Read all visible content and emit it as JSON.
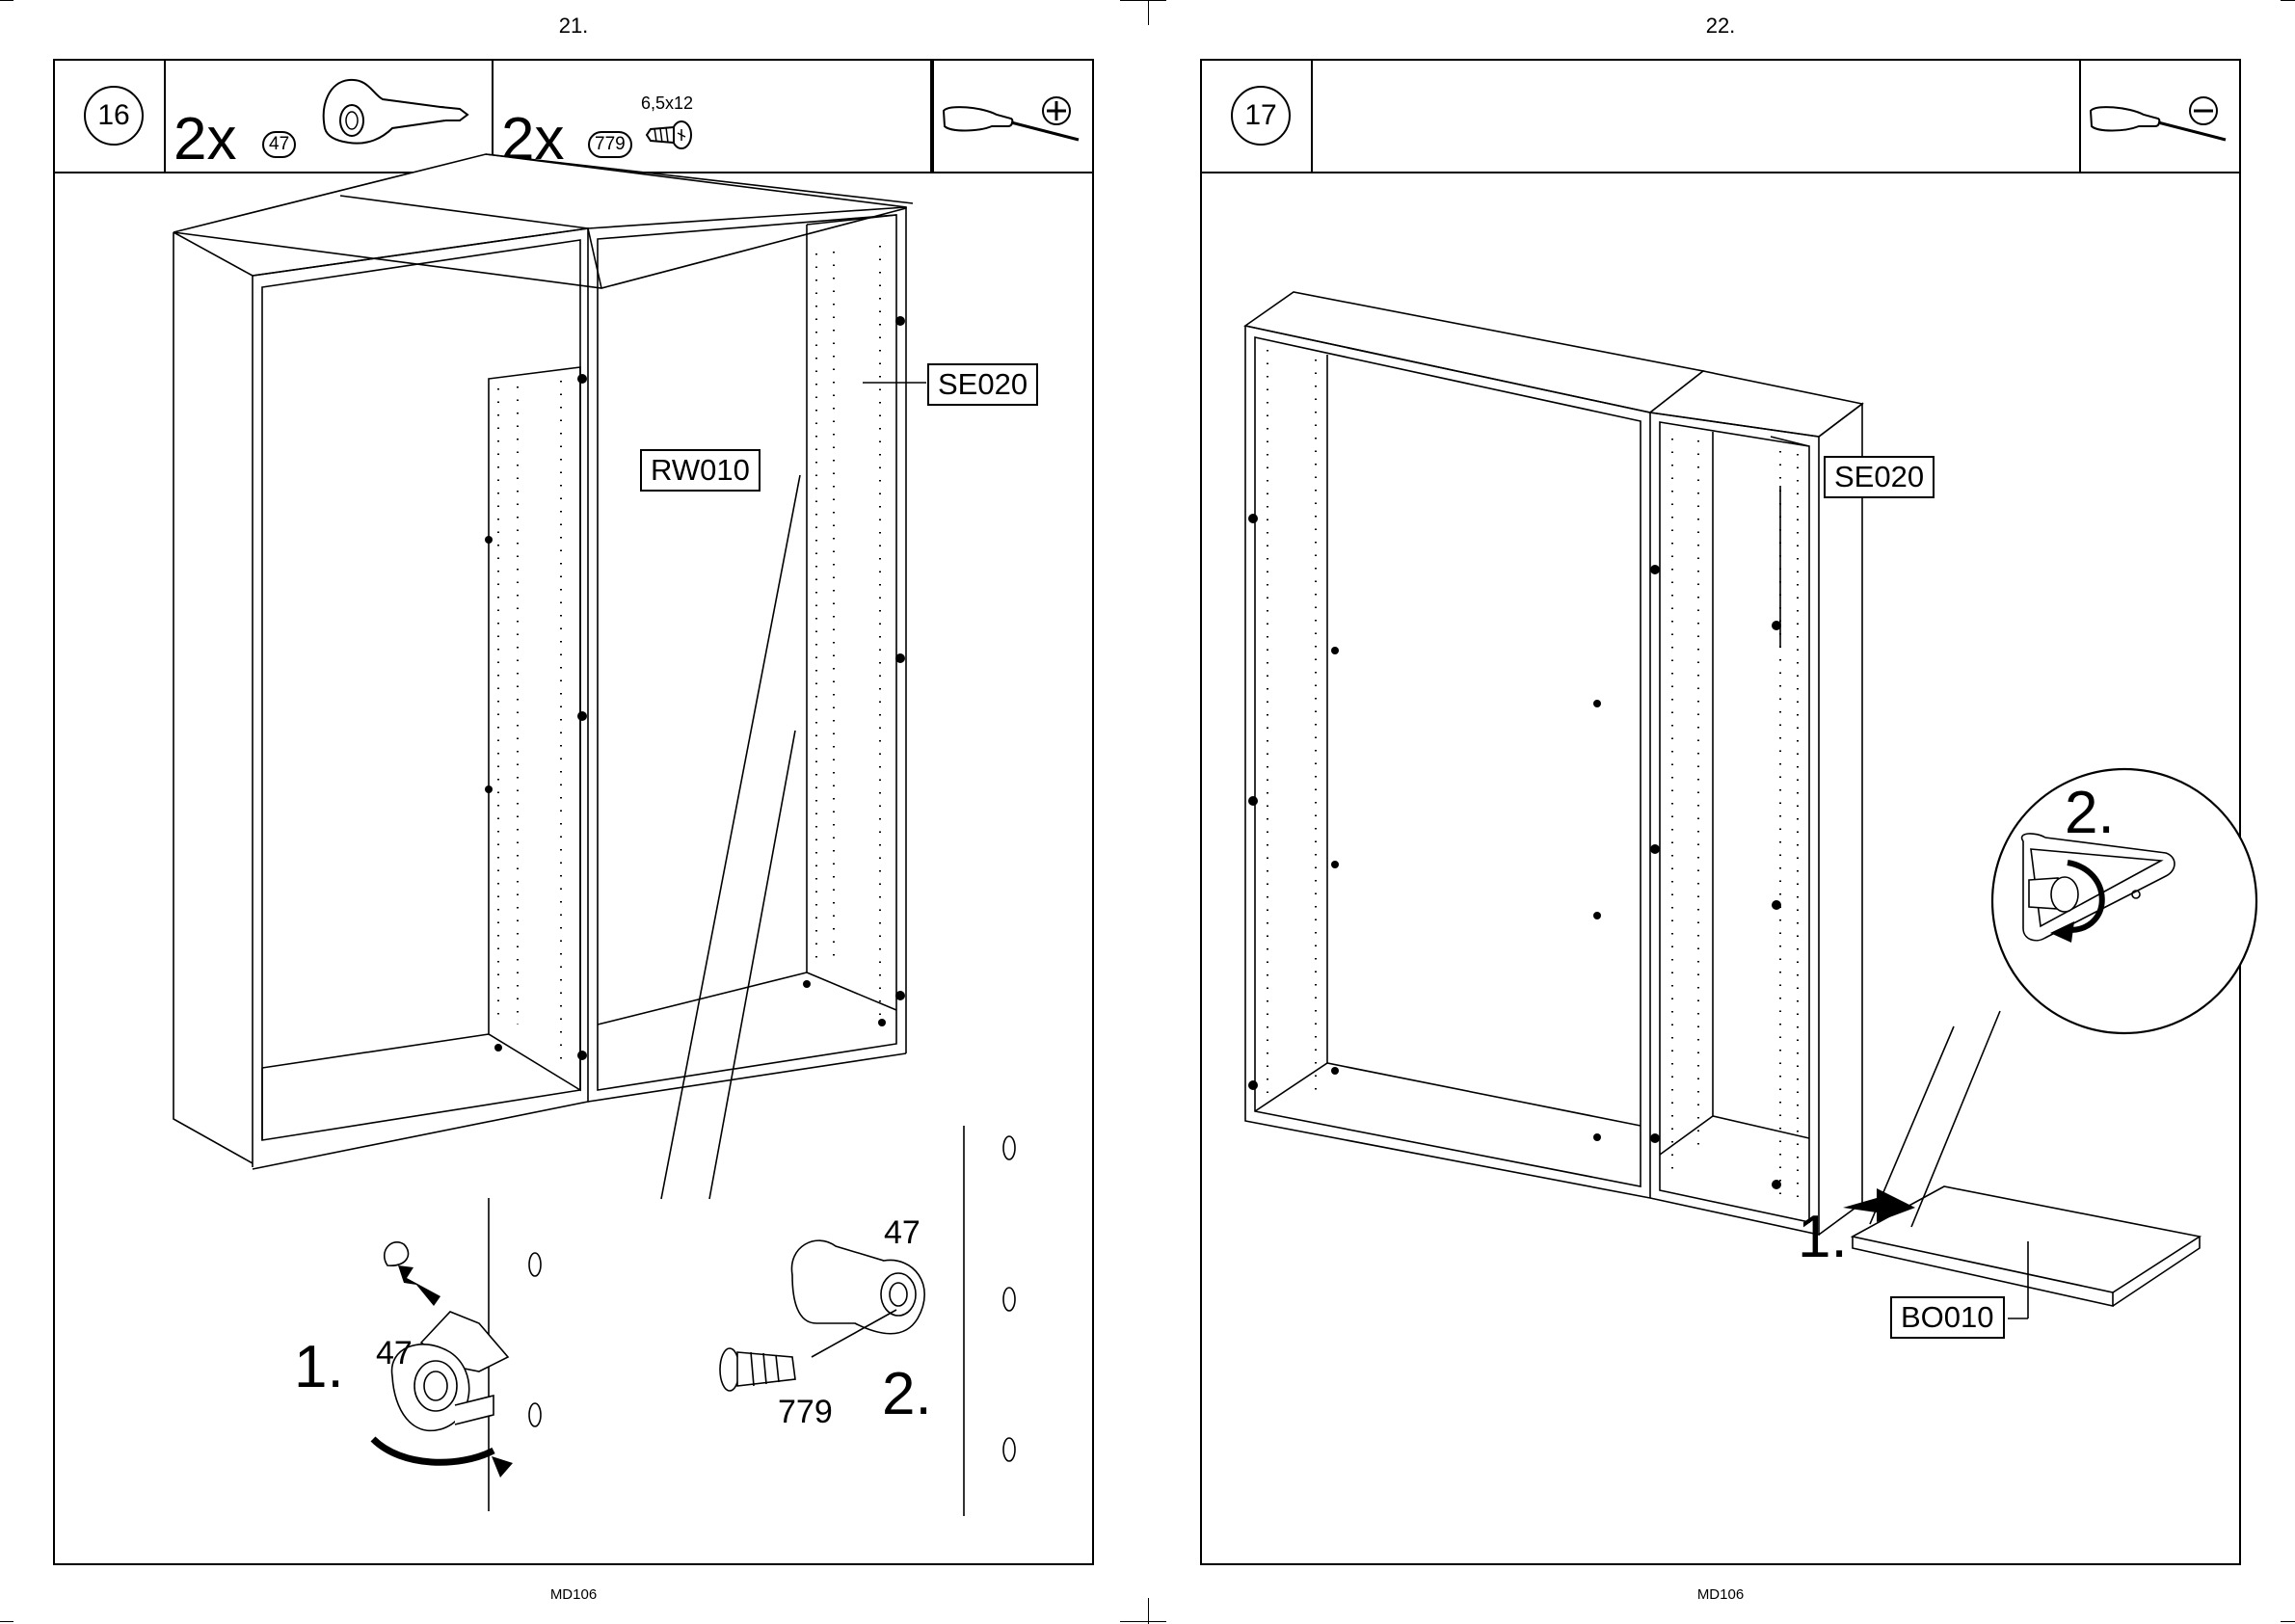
{
  "left_page": {
    "page_number": "21.",
    "footer": "MD106",
    "step": {
      "number": "16",
      "parts": [
        {
          "quantity": "2x",
          "part_id": "47",
          "icon": "cam-lock-fitting-icon"
        },
        {
          "quantity": "2x",
          "part_id": "779",
          "spec": "6,5x12",
          "icon": "screw-icon"
        }
      ],
      "tool": "phillips-screwdriver-icon"
    },
    "labels": {
      "panel_side": "SE020",
      "panel_back": "RW010"
    },
    "detail": {
      "step1": "1.",
      "step2": "2.",
      "part_47_a": "47",
      "part_47_b": "47",
      "part_779": "779"
    }
  },
  "right_page": {
    "page_number": "22.",
    "footer": "MD106",
    "step": {
      "number": "17",
      "tool": "flathead-screwdriver-icon"
    },
    "labels": {
      "panel_side": "SE020",
      "panel_bottom": "BO010"
    },
    "detail": {
      "step1": "1.",
      "step2": "2."
    }
  }
}
